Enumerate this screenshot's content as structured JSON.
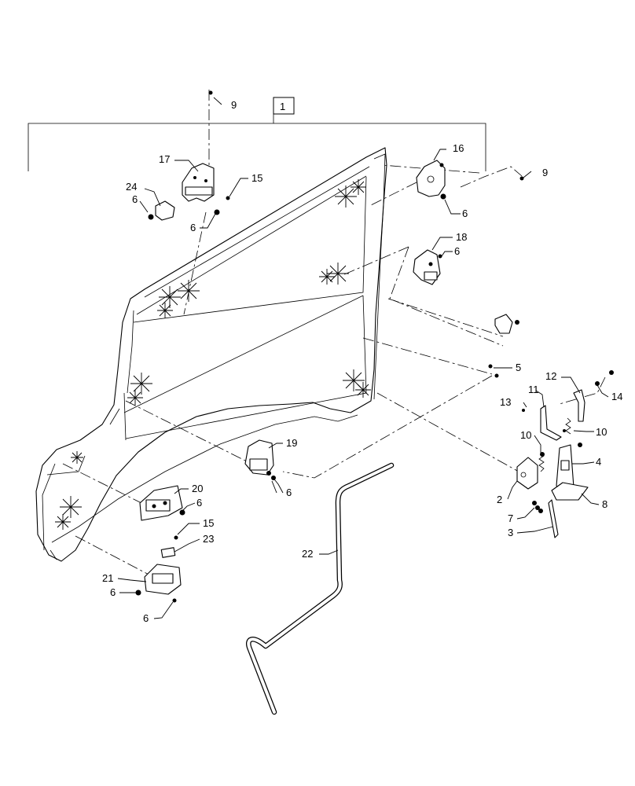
{
  "callouts": [
    {
      "id": "c1",
      "label": "1"
    },
    {
      "id": "c2",
      "label": "2"
    },
    {
      "id": "c3",
      "label": "3"
    },
    {
      "id": "c4",
      "label": "4"
    },
    {
      "id": "c5",
      "label": "5"
    },
    {
      "id": "c6a",
      "label": "6"
    },
    {
      "id": "c6b",
      "label": "6"
    },
    {
      "id": "c6c",
      "label": "6"
    },
    {
      "id": "c6d",
      "label": "6"
    },
    {
      "id": "c6e",
      "label": "6"
    },
    {
      "id": "c6f",
      "label": "6"
    },
    {
      "id": "c6g",
      "label": "6"
    },
    {
      "id": "c6h",
      "label": "6"
    },
    {
      "id": "c7",
      "label": "7"
    },
    {
      "id": "c8",
      "label": "8"
    },
    {
      "id": "c9a",
      "label": "9"
    },
    {
      "id": "c9b",
      "label": "9"
    },
    {
      "id": "c10a",
      "label": "10"
    },
    {
      "id": "c10b",
      "label": "10"
    },
    {
      "id": "c11",
      "label": "11"
    },
    {
      "id": "c12",
      "label": "12"
    },
    {
      "id": "c13",
      "label": "13"
    },
    {
      "id": "c14",
      "label": "14"
    },
    {
      "id": "c15a",
      "label": "15"
    },
    {
      "id": "c15b",
      "label": "15"
    },
    {
      "id": "c16",
      "label": "16"
    },
    {
      "id": "c17",
      "label": "17"
    },
    {
      "id": "c18",
      "label": "18"
    },
    {
      "id": "c19",
      "label": "19"
    },
    {
      "id": "c20",
      "label": "20"
    },
    {
      "id": "c21",
      "label": "21"
    },
    {
      "id": "c22",
      "label": "22"
    },
    {
      "id": "c23",
      "label": "23"
    },
    {
      "id": "c24",
      "label": "24"
    }
  ]
}
